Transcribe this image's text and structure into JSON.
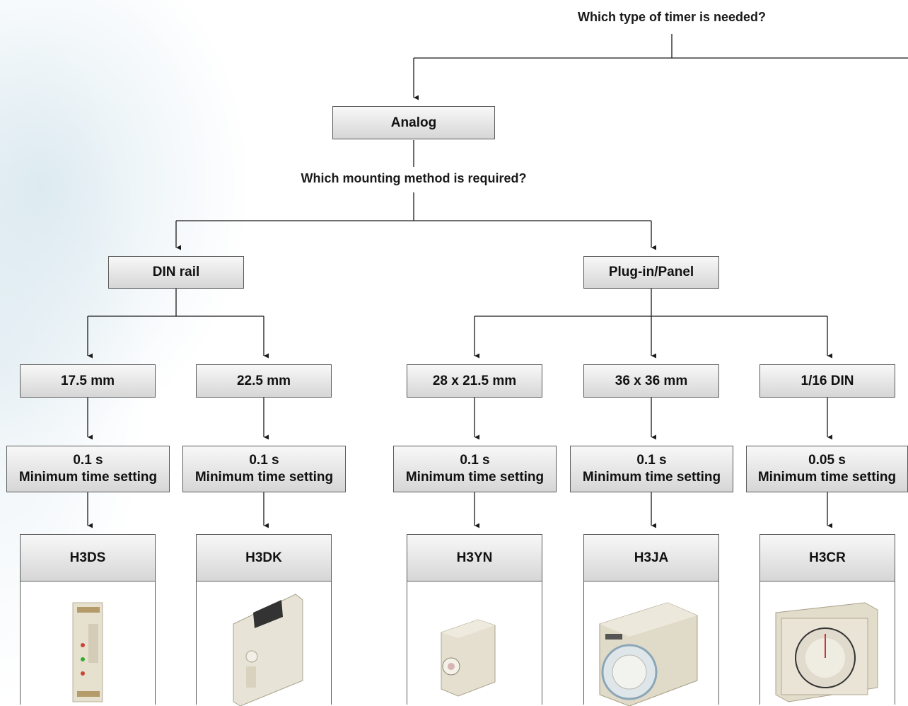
{
  "question_type": "Which type of timer is needed?",
  "analog": "Analog",
  "question_mount": "Which mounting method is required?",
  "mount": {
    "din": "DIN rail",
    "panel": "Plug-in/Panel"
  },
  "sizes": [
    "17.5 mm",
    "22.5 mm",
    "28 x 21.5 mm",
    "36 x 36 mm",
    "1/16 DIN"
  ],
  "min_time": [
    {
      "value": "0.1 s",
      "label": "Minimum time setting"
    },
    {
      "value": "0.1 s",
      "label": "Minimum time setting"
    },
    {
      "value": "0.1 s",
      "label": "Minimum time setting"
    },
    {
      "value": "0.1 s",
      "label": "Minimum time setting"
    },
    {
      "value": "0.05 s",
      "label": "Minimum time setting"
    }
  ],
  "products": [
    "H3DS",
    "H3DK",
    "H3YN",
    "H3JA",
    "H3CR"
  ],
  "colors": {
    "line": "#1a1a1a",
    "box_top": "#f8f8f8",
    "box_bottom": "#d6d6d6",
    "border": "#5a5a5a"
  }
}
